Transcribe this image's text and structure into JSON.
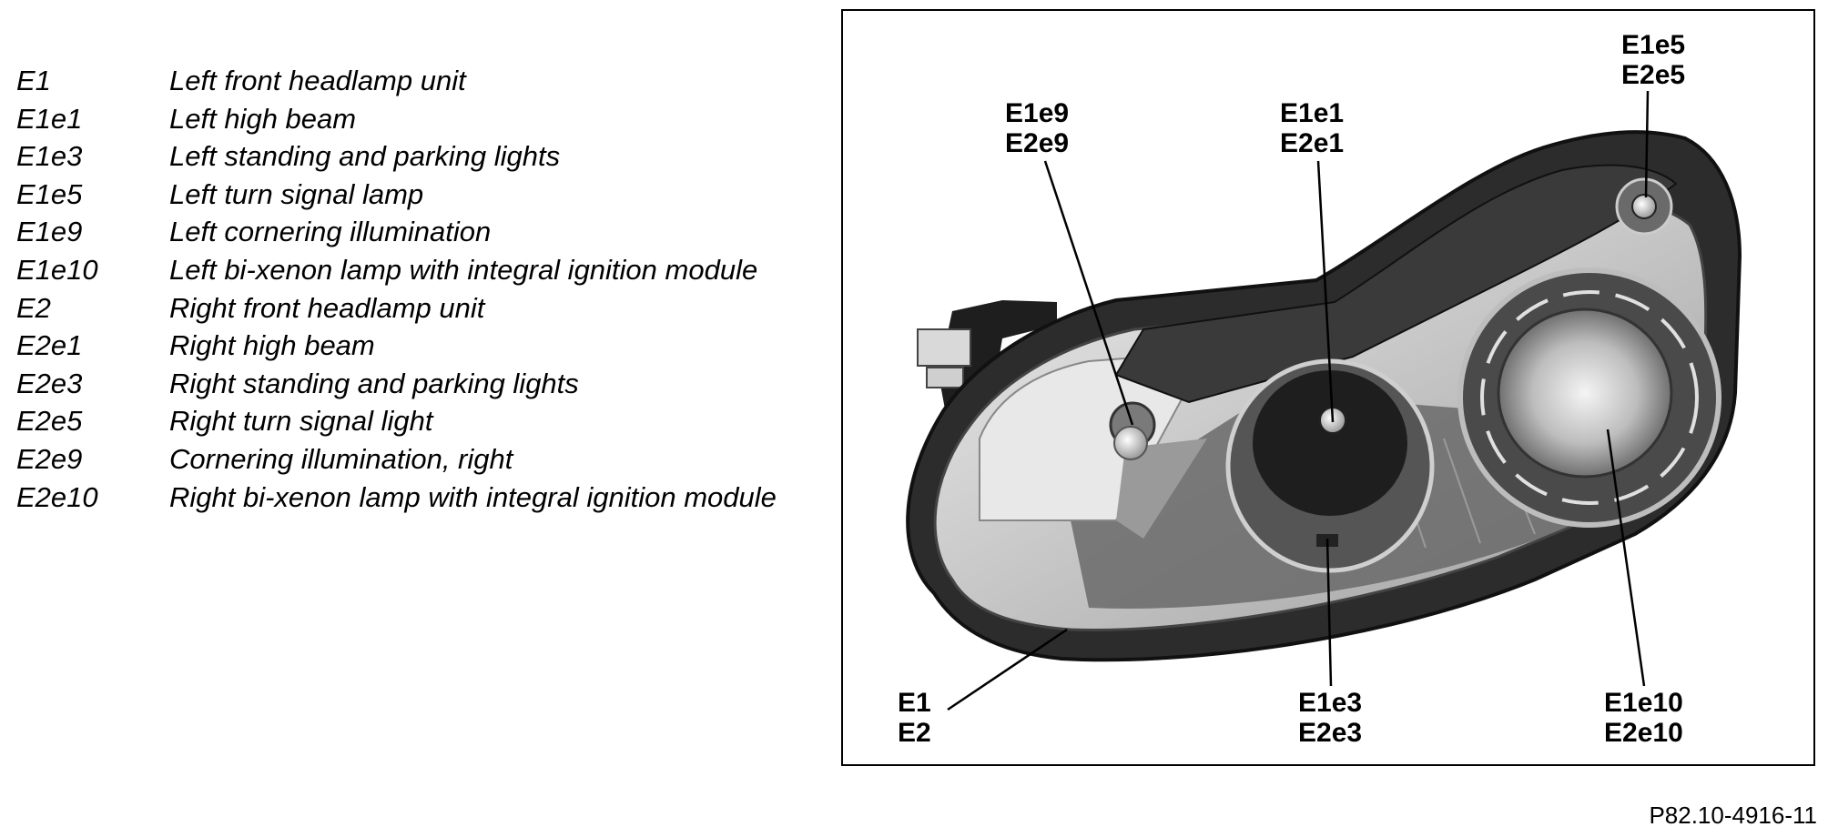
{
  "legend": [
    {
      "code": "E1",
      "description": "Left front headlamp unit"
    },
    {
      "code": "E1e1",
      "description": "Left high beam"
    },
    {
      "code": "E1e3",
      "description": "Left standing and parking lights"
    },
    {
      "code": "E1e5",
      "description": "Left turn signal lamp"
    },
    {
      "code": "E1e9",
      "description": "Left cornering illumination"
    },
    {
      "code": "E1e10",
      "description": "Left bi-xenon lamp with integral ignition module"
    },
    {
      "code": "E2",
      "description": "Right front headlamp unit"
    },
    {
      "code": "E2e1",
      "description": "Right high beam"
    },
    {
      "code": "E2e3",
      "description": "Right standing and parking lights"
    },
    {
      "code": "E2e5",
      "description": "Right turn signal light"
    },
    {
      "code": "E2e9",
      "description": "Cornering illumination, right"
    },
    {
      "code": "E2e10",
      "description": "Right bi-xenon lamp with integral ignition module"
    }
  ],
  "callouts": {
    "e5": {
      "line1": "E1e5",
      "line2": "E2e5"
    },
    "e9": {
      "line1": "E1e9",
      "line2": "E2e9"
    },
    "e1": {
      "line1": "E1e1",
      "line2": "E2e1"
    },
    "unit": {
      "line1": "E1",
      "line2": "E2"
    },
    "e3": {
      "line1": "E1e3",
      "line2": "E2e3"
    },
    "e10": {
      "line1": "E1e10",
      "line2": "E2e10"
    }
  },
  "reference_number": "P82.10-4916-11",
  "colors": {
    "housing": "#2a2a2a",
    "lens": "#d8d8d8",
    "reflector": "#6a6a6a",
    "frame": "#000000"
  }
}
